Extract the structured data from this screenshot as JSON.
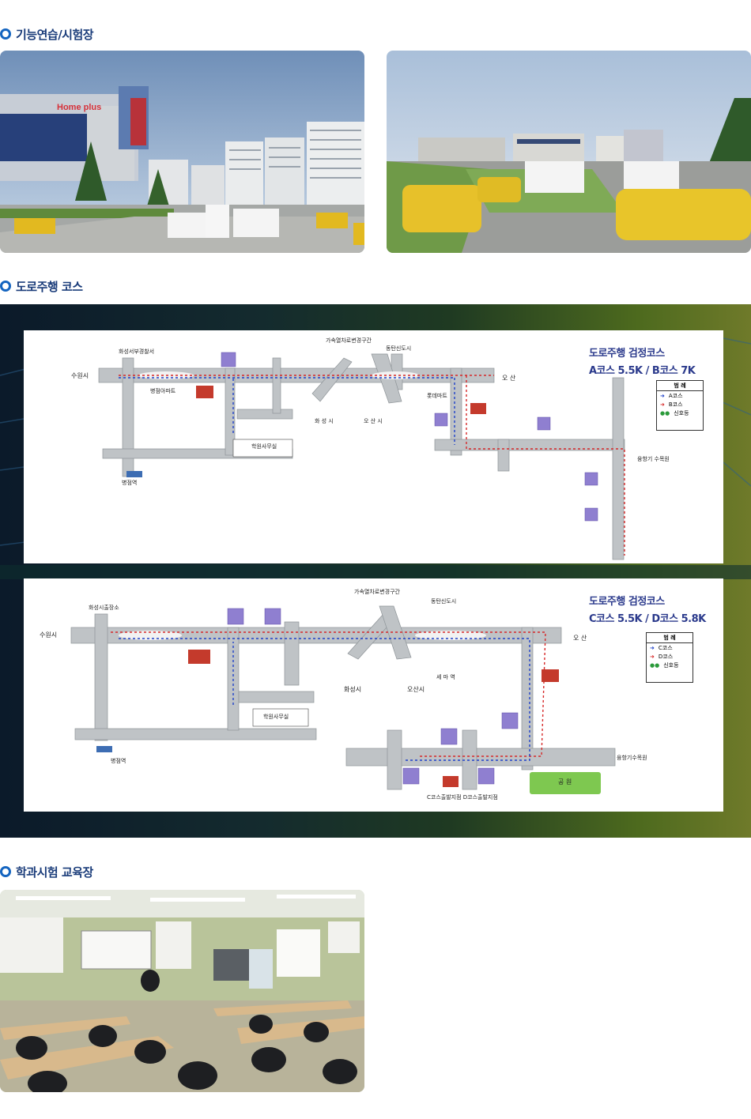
{
  "sections": {
    "practice_title": "기능연습/시험장",
    "road_title": "도로주행 코스",
    "class_title": "학과시험 교육장"
  },
  "photos": {
    "photo1_sign": "Home plus"
  },
  "map_ab": {
    "title": "도로주행 검정코스",
    "subtitle": "A코스 5.5K / B코스 7K",
    "legend": {
      "header": "범 례",
      "a": "A코스",
      "b": "B코스",
      "signal": "신호등"
    },
    "labels": {
      "suwon": "수원시",
      "osan": "오 산",
      "hwaseong": "화 성 시",
      "osan_city": "오 산 시",
      "office": "학원사무실",
      "station": "병점역",
      "airport": "융항기 수목원",
      "hwaseong_police": "화성서부경찰서",
      "gas_station": "가속열차로변경구간",
      "dongtan": "동탄신도시",
      "lotte": "롯데마트",
      "apartment": "병점아파트"
    },
    "colors": {
      "a": "#1e40c8",
      "b": "#d62828"
    }
  },
  "map_cd": {
    "title": "도로주행 검정코스",
    "subtitle": "C코스 5.5K / D코스 5.8K",
    "legend": {
      "header": "범 례",
      "c": "C코스",
      "d": "D코스",
      "signal": "신호등"
    },
    "labels": {
      "suwon": "수원시",
      "osan": "오 산",
      "hwaseong": "화성시",
      "osan_city": "오산시",
      "office": "학원사무실",
      "station": "병점역",
      "park": "공 원",
      "airport": "융항기수목원",
      "hwaseong_police": "화성시출장소",
      "gas_station": "가속열차로변경구간",
      "dongtan": "동탄신도시",
      "seryu": "세 마 역",
      "start": "C코스출발지점 D코스출발지점"
    },
    "colors": {
      "c": "#1e40c8",
      "d": "#d62828"
    }
  }
}
